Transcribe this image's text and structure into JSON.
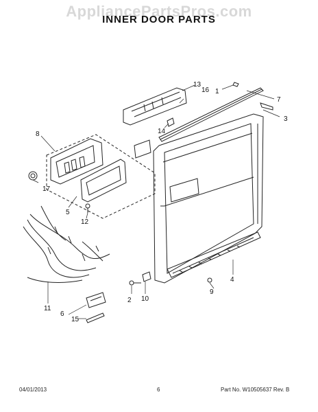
{
  "watermark": "AppliancePartsPros.com",
  "title": "INNER DOOR PARTS",
  "callouts": [
    "1",
    "2",
    "3",
    "4",
    "5",
    "6",
    "7",
    "8",
    "9",
    "10",
    "11",
    "12",
    "13",
    "14",
    "15",
    "16",
    "17"
  ],
  "footer": {
    "date": "04/01/2013",
    "page": "6",
    "part_number": "Part No. W10505637  Rev. B"
  }
}
